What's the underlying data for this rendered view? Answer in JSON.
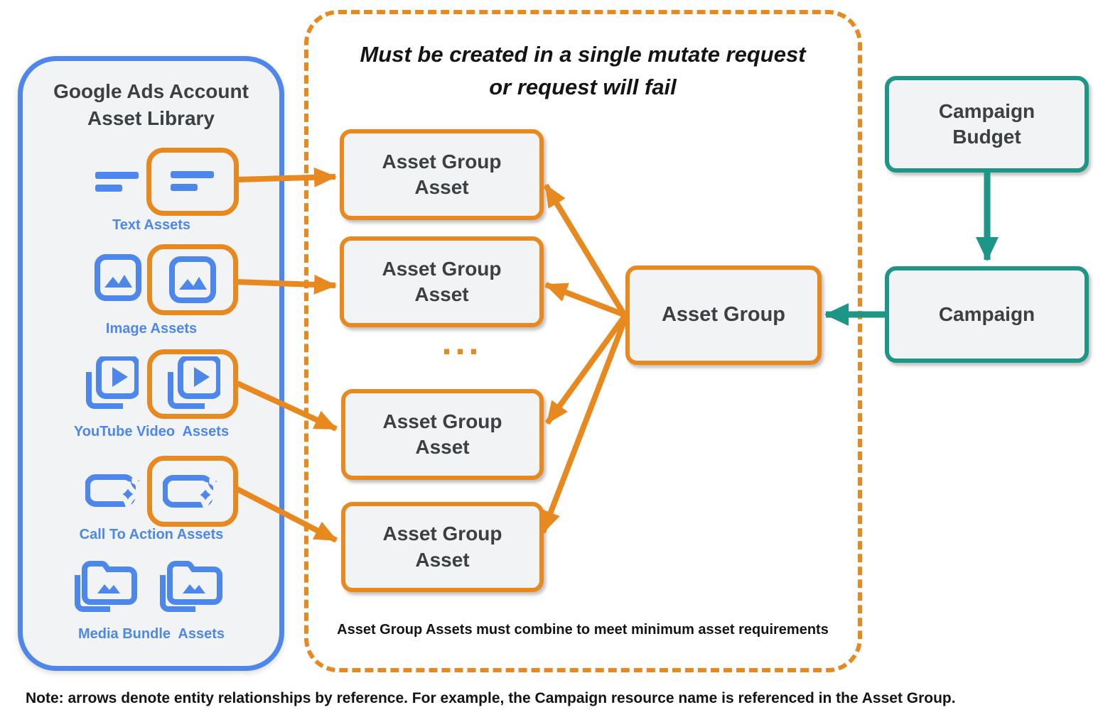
{
  "colors": {
    "blue": "#4E87EC",
    "orange": "#E8891F",
    "teal": "#1D9687",
    "text_dark": "#3C4043",
    "panel_bg": "#F1F3F4"
  },
  "library": {
    "title": "Google Ads Account Asset Library",
    "items": [
      {
        "label": "Text Assets",
        "icon": "text-asset-icon",
        "highlighted": true
      },
      {
        "label": "Image Assets",
        "icon": "image-asset-icon",
        "highlighted": true
      },
      {
        "label": "YouTube Video  Assets",
        "icon": "youtube-video-asset-icon",
        "highlighted": true
      },
      {
        "label": "Call To Action Assets",
        "icon": "call-to-action-asset-icon",
        "highlighted": true
      },
      {
        "label": "Media Bundle  Assets",
        "icon": "media-bundle-asset-icon",
        "highlighted": false
      }
    ]
  },
  "mutate_panel": {
    "title_line1": "Must be created in a single mutate request",
    "title_line2": "or request will fail",
    "boxes": [
      {
        "line1": "Asset Group",
        "line2": "Asset"
      },
      {
        "line1": "Asset Group",
        "line2": "Asset"
      },
      {
        "line1": "Asset Group",
        "line2": "Asset"
      },
      {
        "line1": "Asset Group",
        "line2": "Asset"
      }
    ],
    "ellipsis": "...",
    "footnote": "Asset Group Assets must combine to meet minimum asset requirements"
  },
  "asset_group": {
    "label": "Asset Group"
  },
  "campaign_budget": {
    "line1": "Campaign",
    "line2": "Budget"
  },
  "campaign": {
    "label": "Campaign"
  },
  "note": "Note: arrows denote entity relationships by reference. For example, the Campaign resource name is referenced in the Asset Group."
}
